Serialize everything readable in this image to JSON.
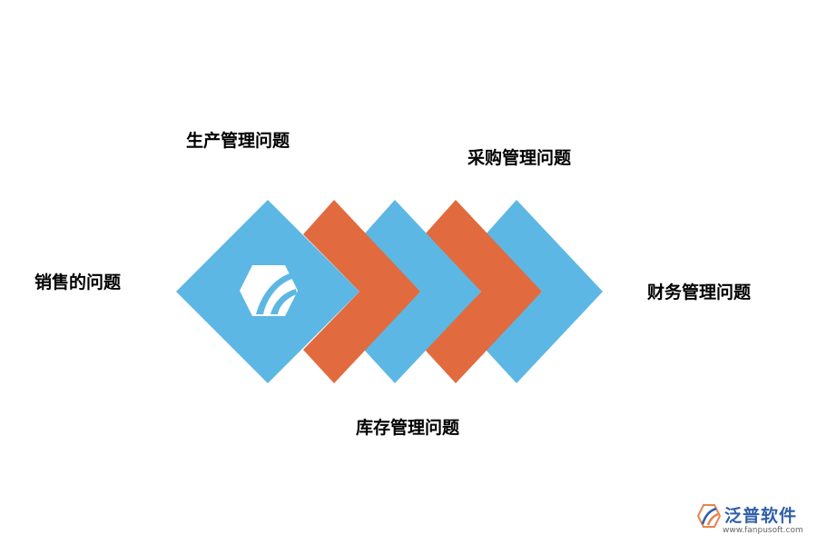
{
  "labels": {
    "sales": "销售的问题",
    "production": "生产管理问题",
    "purchasing": "采购管理问题",
    "inventory": "库存管理问题",
    "finance": "财务管理问题"
  },
  "colors": {
    "blue": "#5db7e4",
    "orange": "#e16b3e",
    "text": "#000000"
  },
  "icons": {
    "center": "fanpu-logo-icon"
  },
  "watermark": {
    "name": "泛普软件",
    "url": "www.fanpusoft.com"
  }
}
